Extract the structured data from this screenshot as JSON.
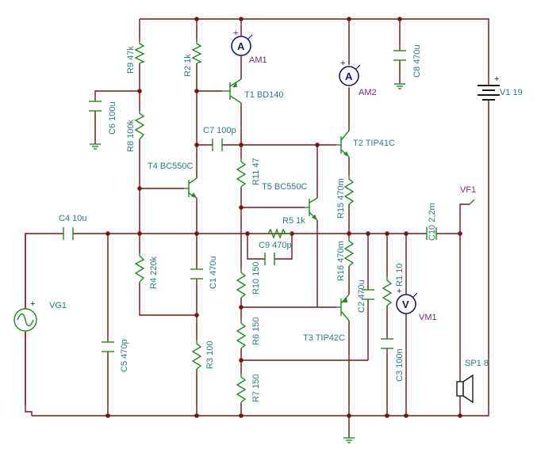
{
  "components": {
    "R9": "R9 47k",
    "R8": "R8 100k",
    "C6": "C6 100u",
    "R2": "R2 1k",
    "AM1": "AM1",
    "T1": "T1 BD140",
    "C7": "C7 100p",
    "AM2": "AM2",
    "C8": "C8 470u",
    "V1": "V1 19",
    "T2": "T2 TIP41C",
    "T4": "T4 BC550C",
    "R11": "R11 47",
    "T5": "T5 BC550C",
    "VF1": "VF1",
    "R5": "R5 1k",
    "R15": "R15 470m",
    "C4": "C4 10u",
    "C9": "C9 470p",
    "C10": "C10 2,2m",
    "R4": "R4 220k",
    "C1": "C1 470u",
    "R16": "R16 470m",
    "R1": "R1 10",
    "C2": "C2 470u",
    "VG1": "VG1",
    "R10": "R10 150",
    "VM1": "VM1",
    "R6": "R6 150",
    "T3": "T3 TIP42C",
    "C5": "C5 470p",
    "R3": "R3 100",
    "C3": "C3 100n",
    "SP1": "SP1 8",
    "R7": "R7 150"
  },
  "meters": {
    "ammeter_symbol": "A",
    "voltmeter_symbol": "V",
    "plus": "+"
  }
}
